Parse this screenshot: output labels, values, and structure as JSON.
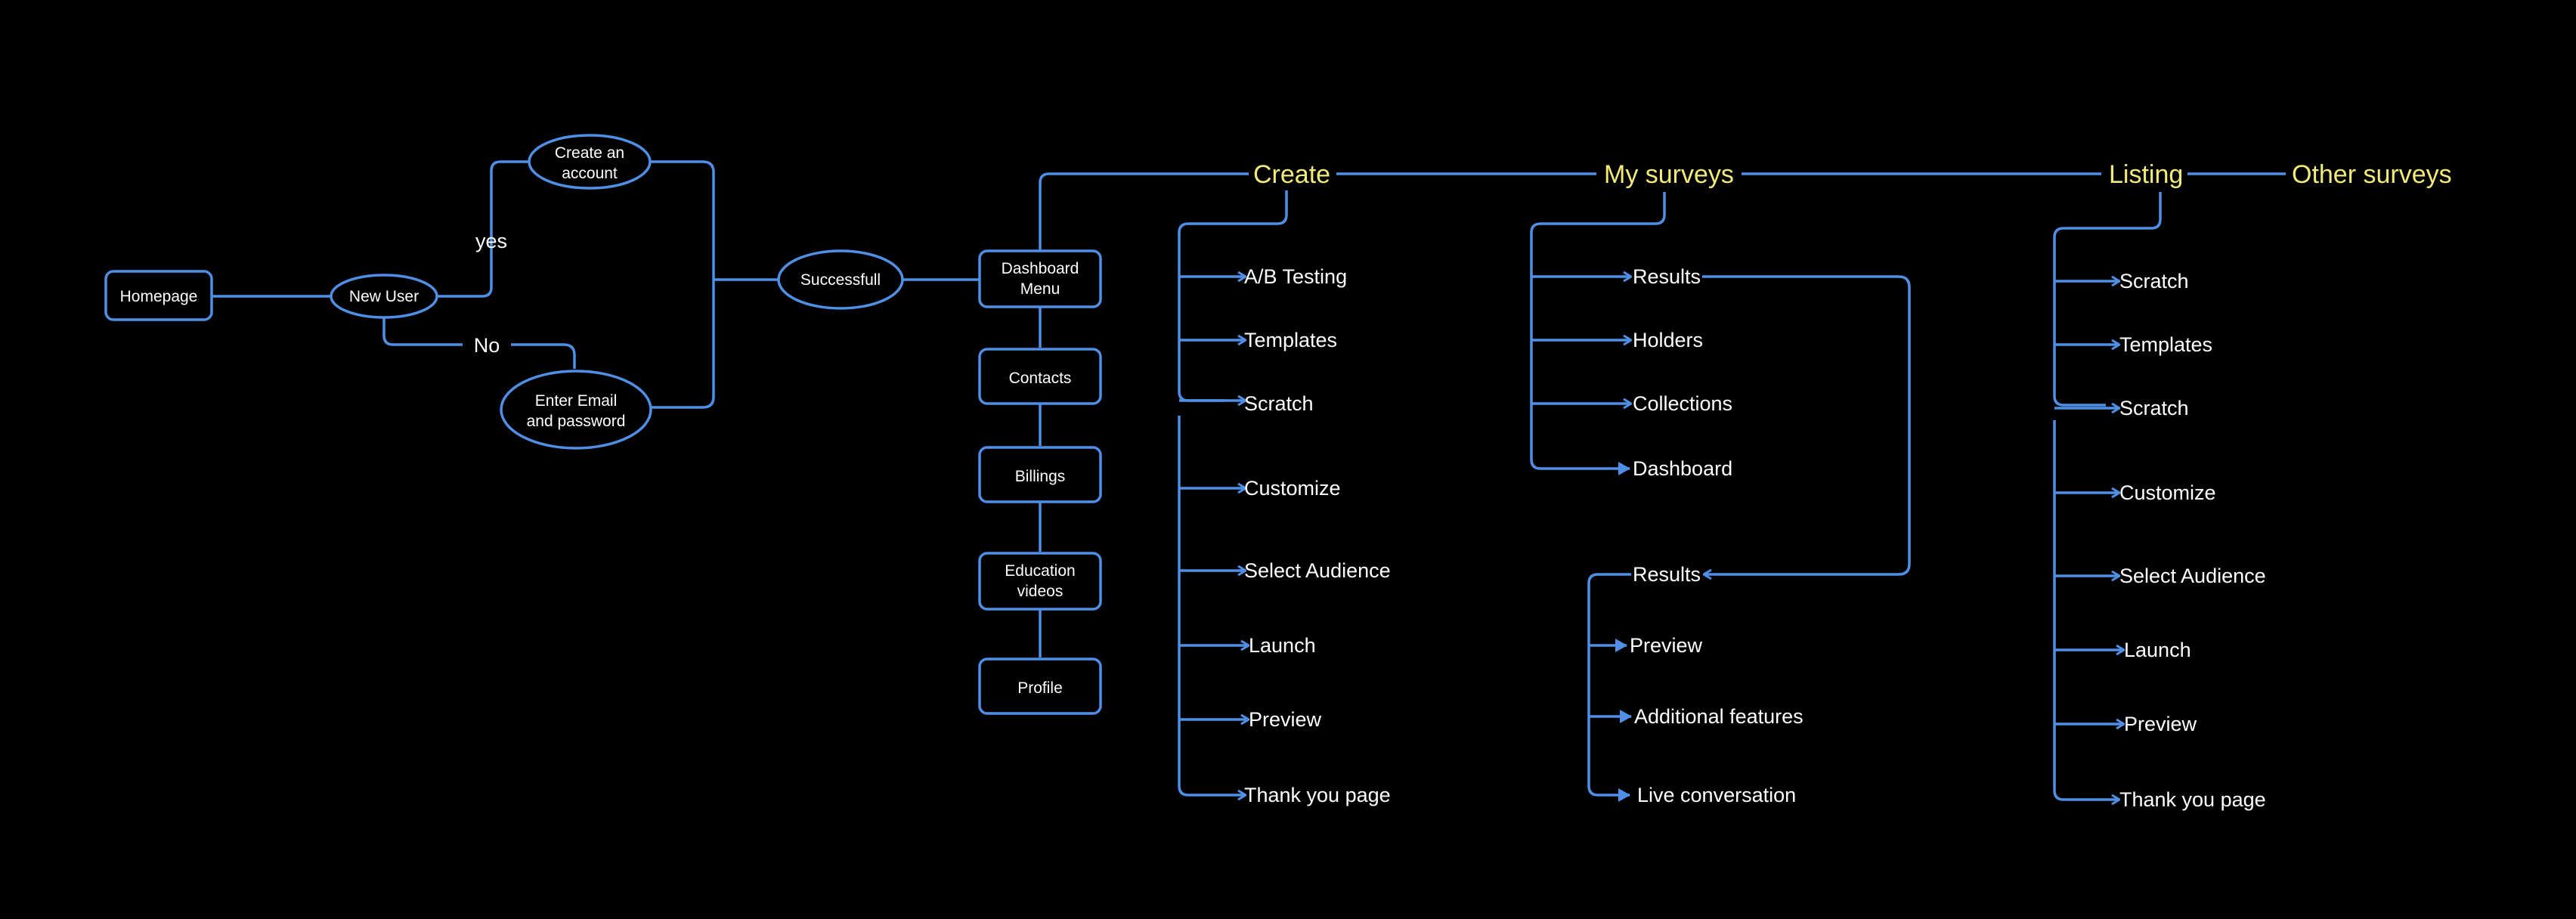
{
  "colors": {
    "background": "#000000",
    "line": "#4f8fe6",
    "heading": "#f2ea7a",
    "text": "#ffffff"
  },
  "flow": {
    "homepage": "Homepage",
    "new_user": "New User",
    "create_account": [
      "Create an",
      "account"
    ],
    "enter_email": [
      "Enter Email",
      "and password"
    ],
    "yes": "yes",
    "no": "No",
    "successful": "Successfull"
  },
  "menu": {
    "dashboard": [
      "Dashboard",
      "Menu"
    ],
    "contacts": "Contacts",
    "billings": "Billings",
    "education": [
      "Education",
      "videos"
    ],
    "profile": "Profile"
  },
  "headings": {
    "create": "Create",
    "my_surveys": "My surveys",
    "listing": "Listing",
    "other_surveys": "Other surveys"
  },
  "create_items": [
    "A/B Testing",
    "Templates",
    "Scratch",
    "Customize",
    "Select Audience",
    "Launch",
    "Preview",
    "Thank you page"
  ],
  "surveys_items": [
    "Results",
    "Holders",
    "Collections",
    "Dashboard"
  ],
  "results_items": [
    "Results",
    "Preview",
    "Additional features",
    "Live conversation"
  ],
  "listing_items": [
    "Scratch",
    "Templates",
    "Scratch",
    "Customize",
    "Select Audience",
    "Launch",
    "Preview",
    "Thank you page"
  ]
}
